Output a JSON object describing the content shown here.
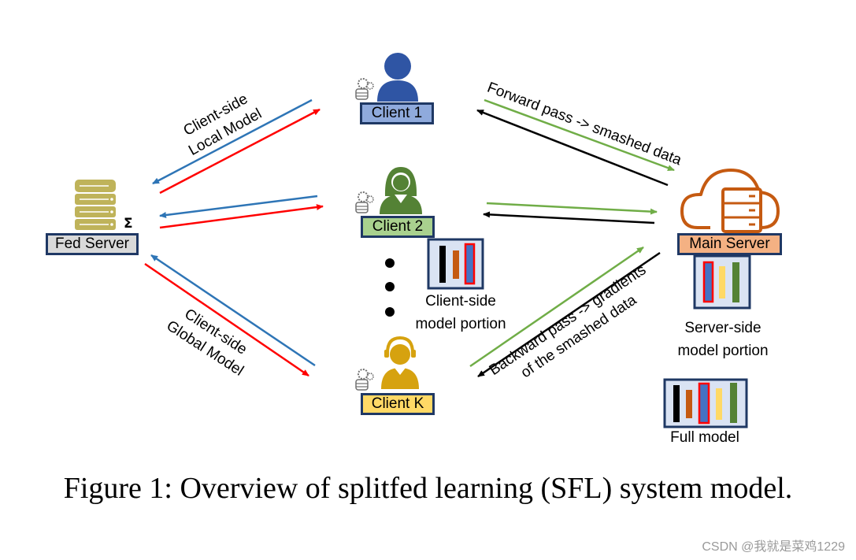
{
  "nodes": {
    "fed_server": "Fed Server",
    "client_1": "Client 1",
    "client_2": "Client 2",
    "client_k": "Client K",
    "main_server": "Main Server"
  },
  "sigma": "Σ",
  "edge_labels": {
    "client_local_model": [
      "Client-side",
      "Local Model"
    ],
    "client_global_model": [
      "Client-side",
      "Global Model"
    ],
    "forward_pass": "Forward pass -> smashed data",
    "backward_pass": [
      "Backward pass -> gradients",
      "of the smashed data"
    ]
  },
  "notes": {
    "client_model_portion": [
      "Client-side",
      "model portion"
    ],
    "server_model_portion": [
      "Server-side",
      "model portion"
    ],
    "full_model": "Full model"
  },
  "caption": "Figure 1: Overview of splitfed learning (SFL) system model.",
  "watermark": "CSDN @我就是菜鸡1229",
  "colors": {
    "client_1": "#8faadc",
    "client_2": "#a9d18e",
    "client_k": "#ffd966",
    "main_server": "#f4b183",
    "fed_server": "#d9d9d9",
    "label_border": "#1f3864",
    "arrow_blue": "#2e75b6",
    "arrow_red": "#ff0000",
    "arrow_green": "#70ad47",
    "arrow_black": "#000000",
    "fed_server_icon": "#bfb35a",
    "main_server_icon": "#c55a11",
    "client_1_icon": "#2f55a4",
    "client_2_icon": "#548235",
    "client_k_icon": "#d6a20f",
    "model_frame": "#1f3864",
    "model_bar_black": "#000000",
    "model_bar_brown": "#c55a11",
    "model_bar_blue": "#4472c4",
    "model_bar_red": "#ff0000",
    "model_bar_yellow": "#ffd966",
    "model_bar_green": "#548235"
  }
}
